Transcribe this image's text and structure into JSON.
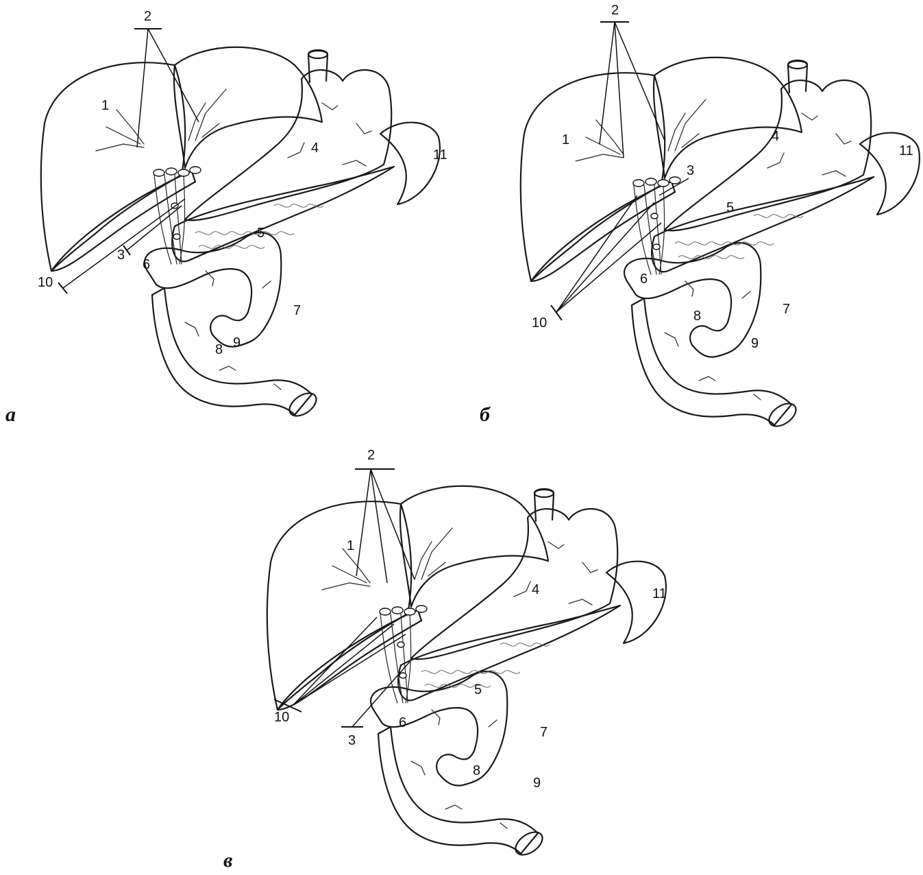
{
  "figure": {
    "colors": {
      "liver": "#8a8a8a",
      "liver_dark": "#5a5a5a",
      "spleen": "#6b6b6b",
      "stomach": "#f2f2f2",
      "intestine": "#f5f5f5",
      "pancreas": "#ececec",
      "ink": "#111111"
    },
    "panels": [
      {
        "letter": "а",
        "labels": {
          "l1": "1",
          "l2": "2",
          "l3": "3",
          "l4": "4",
          "l5": "5",
          "l6": "6",
          "l7": "7",
          "l8": "8",
          "l9": "9",
          "l10": "10",
          "l11": "11"
        }
      },
      {
        "letter": "б",
        "labels": {
          "l1": "1",
          "l2": "2",
          "l3": "3",
          "l4": "4",
          "l5": "5",
          "l6": "6",
          "l7": "7",
          "l8": "8",
          "l9": "9",
          "l10": "10",
          "l11": "11"
        }
      },
      {
        "letter": "в",
        "labels": {
          "l1": "1",
          "l2": "2",
          "l3": "3",
          "l4": "4",
          "l5": "5",
          "l6": "6",
          "l7": "7",
          "l8": "8",
          "l9": "9",
          "l10": "10",
          "l11": "11"
        }
      }
    ]
  }
}
